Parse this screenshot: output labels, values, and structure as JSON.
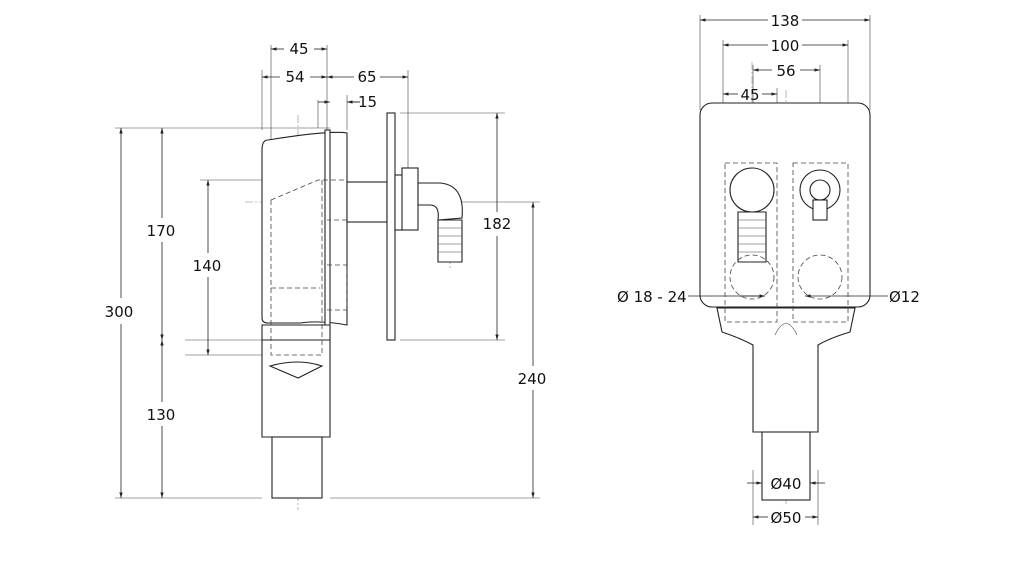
{
  "side_view": {
    "dims": {
      "width_45": "45",
      "width_54": "54",
      "offset_65": "65",
      "offset_15": "15",
      "height_300": "300",
      "height_170": "170",
      "height_130": "130",
      "height_140": "140",
      "plate_182": "182",
      "outlet_240": "240"
    }
  },
  "front_view": {
    "dims": {
      "width_138": "138",
      "width_100": "100",
      "spacing_56": "56",
      "offset_45": "45",
      "hose_diameter": "Ø 18 - 24",
      "small_diameter": "Ø12",
      "pipe_d40": "Ø40",
      "pipe_d50": "Ø50"
    }
  }
}
